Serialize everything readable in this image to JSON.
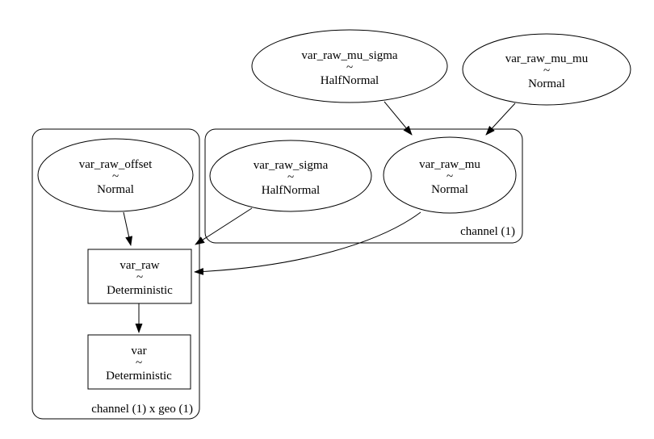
{
  "diagram": {
    "type": "probabilistic-model-graph",
    "background_color": "#ffffff",
    "stroke_color": "#000000",
    "text_color": "#000000",
    "nodes": {
      "var_raw_mu_sigma": {
        "label": "var_raw_mu_sigma",
        "op": "~",
        "dist": "HalfNormal",
        "shape": "ellipse"
      },
      "var_raw_mu_mu": {
        "label": "var_raw_mu_mu",
        "op": "~",
        "dist": "Normal",
        "shape": "ellipse"
      },
      "var_raw_offset": {
        "label": "var_raw_offset",
        "op": "~",
        "dist": "Normal",
        "shape": "ellipse"
      },
      "var_raw_sigma": {
        "label": "var_raw_sigma",
        "op": "~",
        "dist": "HalfNormal",
        "shape": "ellipse"
      },
      "var_raw_mu": {
        "label": "var_raw_mu",
        "op": "~",
        "dist": "Normal",
        "shape": "ellipse"
      },
      "var_raw": {
        "label": "var_raw",
        "op": "~",
        "dist": "Deterministic",
        "shape": "box"
      },
      "var": {
        "label": "var",
        "op": "~",
        "dist": "Deterministic",
        "shape": "box"
      }
    },
    "plates": {
      "channel": {
        "label": "channel (1)"
      },
      "channel_geo": {
        "label": "channel (1) x geo (1)"
      }
    },
    "edges": [
      {
        "from": "var_raw_mu_sigma",
        "to": "var_raw_mu"
      },
      {
        "from": "var_raw_mu_mu",
        "to": "var_raw_mu"
      },
      {
        "from": "var_raw_offset",
        "to": "var_raw"
      },
      {
        "from": "var_raw_sigma",
        "to": "var_raw"
      },
      {
        "from": "var_raw_mu",
        "to": "var_raw"
      },
      {
        "from": "var_raw",
        "to": "var"
      }
    ]
  }
}
